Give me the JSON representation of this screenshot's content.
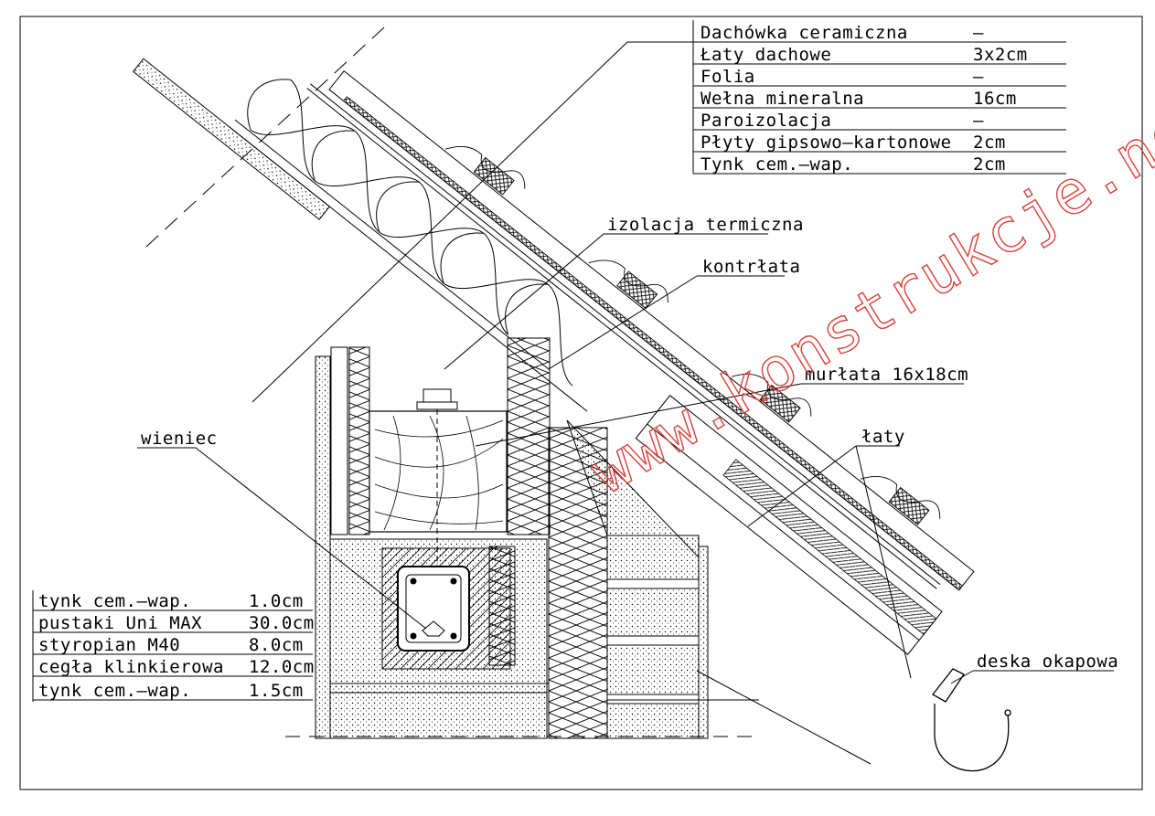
{
  "layers_table": [
    {
      "name": "Dachówka ceramiczna",
      "value": "–"
    },
    {
      "name": "Łaty dachowe",
      "value": "3x2cm"
    },
    {
      "name": "Folia",
      "value": "–"
    },
    {
      "name": "Wełna mineralna",
      "value": "16cm"
    },
    {
      "name": "Paroizolacja",
      "value": "–"
    },
    {
      "name": "Płyty gipsowo–kartonowe",
      "value": "2cm"
    },
    {
      "name": "Tynk cem.–wap.",
      "value": "2cm"
    }
  ],
  "wall_table": [
    {
      "name": "tynk cem.–wap.",
      "value": "1.0cm"
    },
    {
      "name": "pustaki Uni MAX",
      "value": "30.0cm"
    },
    {
      "name": "styropian M40",
      "value": "8.0cm"
    },
    {
      "name": "cegła klinkierowa",
      "value": "12.0cm"
    },
    {
      "name": "tynk cem.–wap.",
      "value": "1.5cm"
    }
  ],
  "labels": {
    "thermal": "izolacja termiczna",
    "counter_batten": "kontrłata",
    "wall_plate": "murłata 16x18cm",
    "ring_beam": "wieniec",
    "battens": "łaty",
    "eaves_board": "deska okapowa"
  },
  "watermark": "www.konstrukcje.net.pl",
  "colors": {
    "line": "#000000",
    "watermark": "#d9403a"
  }
}
